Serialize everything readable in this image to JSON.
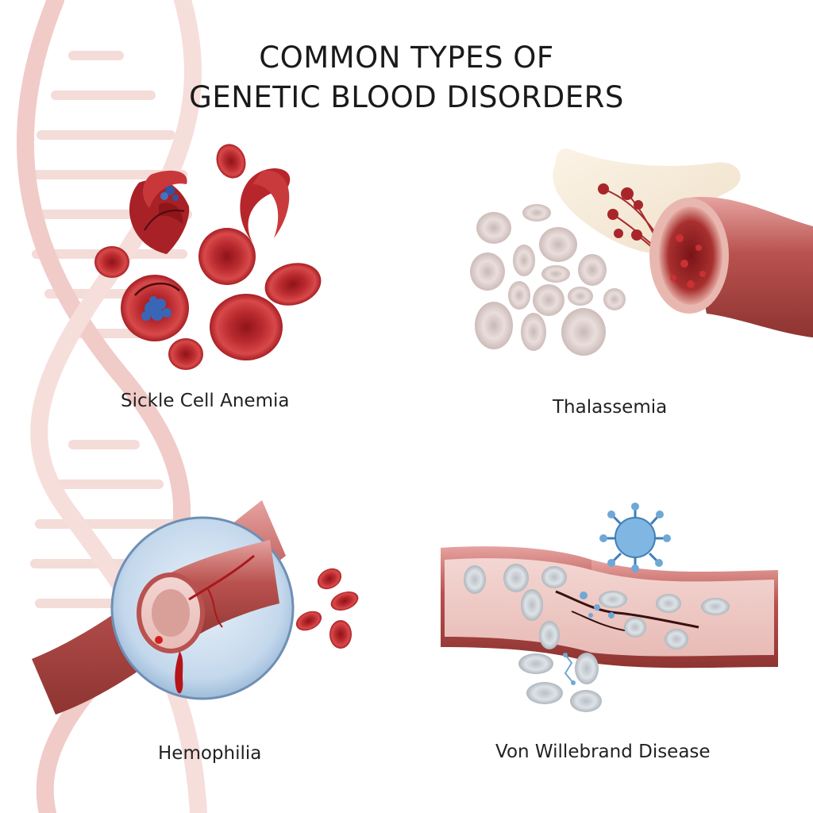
{
  "title": {
    "line1": "COMMON TYPES OF",
    "line2": "GENETIC BLOOD DISORDERS"
  },
  "panels": [
    {
      "label": "Sickle Cell Anemia"
    },
    {
      "label": "Thalassemia"
    },
    {
      "label": "Hemophilia"
    },
    {
      "label": "Von Willebrand Disease"
    }
  ],
  "colors": {
    "blood_red": "#b3262b",
    "vessel_wall": "#b95a57",
    "pale_cell": "#e4d8d6",
    "dna_pink": "#f1cfcb",
    "platelet_blue": "#6fa8d6",
    "lens_blue": "#c9dcef"
  }
}
